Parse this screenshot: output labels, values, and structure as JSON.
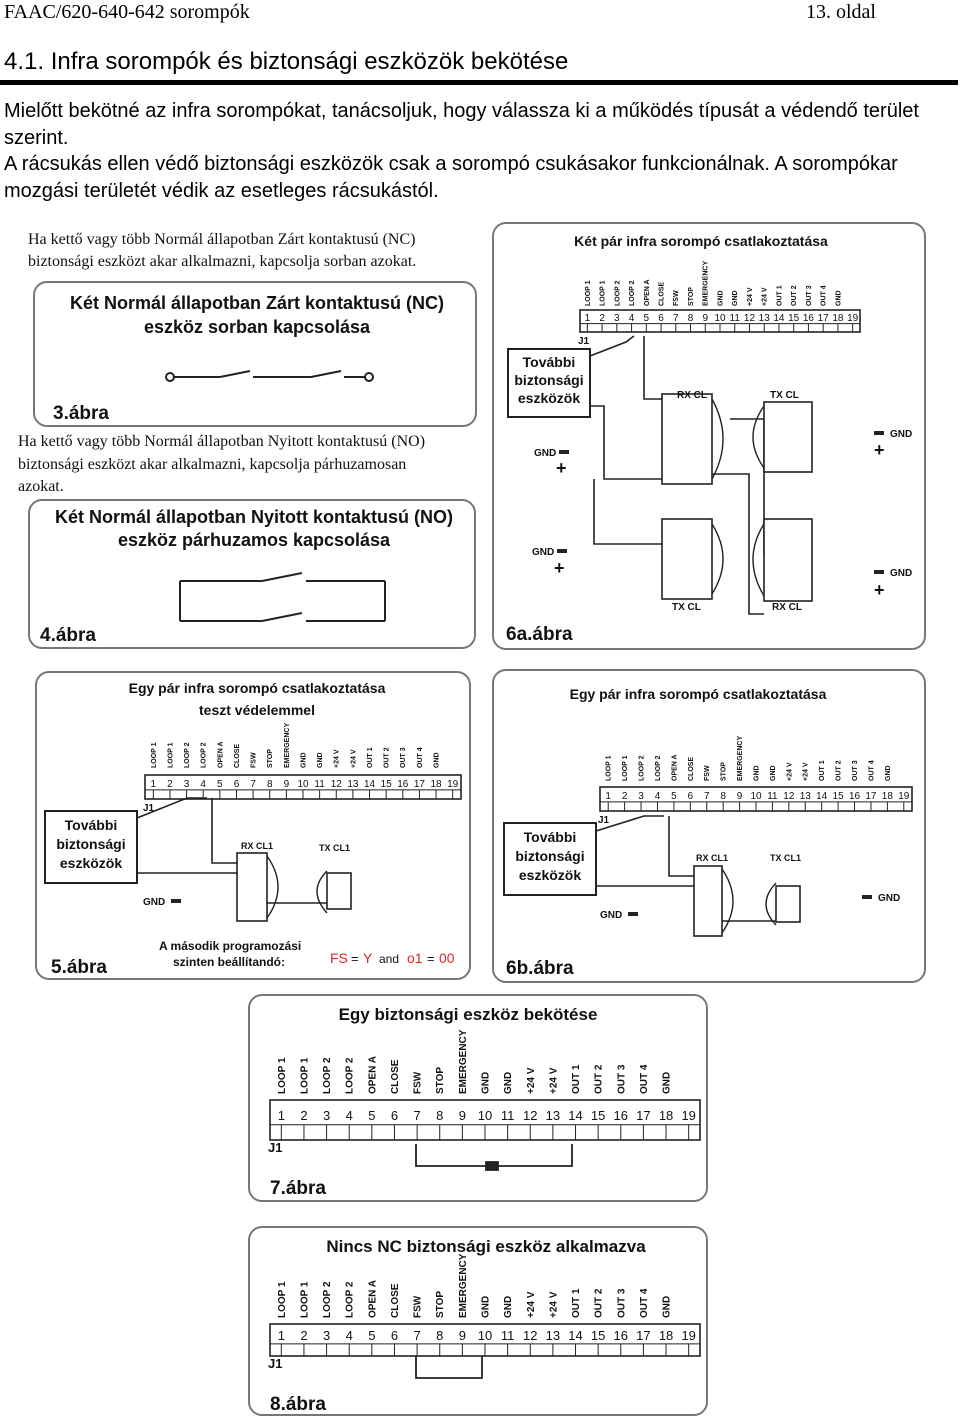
{
  "header": {
    "doc_title": "FAAC/620-640-642 sorompók",
    "page_number": "13. oldal"
  },
  "section_title": "4.1. Infra sorompók és biztonsági eszközök bekötése",
  "intro": {
    "p1": "Mielőtt bekötné az infra sorompókat, tanácsoljuk, hogy válassza ki a működés típusát a védendő terület szerint.",
    "p2": "A rácsukás ellen védő biztonsági eszközök csak a sorompó csukásakor funkcionálnak. A sorompókar mozgási területét védik az esetleges rácsukástól."
  },
  "terminal": {
    "labels": [
      "LOOP 1",
      "LOOP 1",
      "LOOP 2",
      "LOOP 2",
      "OPEN A",
      "CLOSE",
      "FSW",
      "STOP",
      "EMERGENCY",
      "GND",
      "GND",
      "+24 V",
      "+24 V",
      "OUT 1",
      "OUT 2",
      "OUT 3",
      "OUT 4",
      "GND"
    ],
    "numbers": [
      "1",
      "2",
      "3",
      "4",
      "5",
      "6",
      "7",
      "8",
      "9",
      "10",
      "11",
      "12",
      "13",
      "14",
      "15",
      "16",
      "17",
      "18",
      "19"
    ],
    "j1": "J1"
  },
  "nc_intro": "Ha kettő vagy több Normál állapotban Zárt kontaktusú (NC) biztonsági eszközt akar alkalmazni, kapcsolja sorban azokat.",
  "fig3": {
    "title_line1": "Két Normál állapotban Zárt kontaktusú (NC)",
    "title_line2": "eszköz sorban kapcsolása",
    "label": "3.ábra"
  },
  "no_intro": "Ha kettő vagy több Normál állapotban Nyitott kontaktusú (NO) biztonsági eszközt akar alkalmazni, kapcsolja párhuzamosan azokat.",
  "fig4": {
    "title_line1": "Két Normál állapotban Nyitott kontaktusú (NO)",
    "title_line2": "eszköz párhuzamos kapcsolása",
    "label": "4.ábra"
  },
  "fig6a": {
    "title": "Két pár infra sorompó csatlakoztatása",
    "devices_line1": "További",
    "devices_line2": "biztonsági",
    "devices_line3": "eszközök",
    "rx": "RX CL",
    "tx": "TX CL",
    "gnd": "GND",
    "plus": "+",
    "minus": "-",
    "label": "6a.ábra"
  },
  "fig5": {
    "title_line1": "Egy pár infra sorompó csatlakoztatása",
    "title_line2": "teszt védelemmel",
    "devices_line1": "További",
    "devices_line2": "biztonsági",
    "devices_line3": "eszközök",
    "rx": "RX CL1",
    "tx": "TX CL1",
    "gnd": "GND",
    "note_line1": "A második programozási",
    "note_line2": "szinten beállítandó:",
    "setting_fs": "FS",
    "setting_eq": "=",
    "setting_fs_val": "Y",
    "setting_and": "and",
    "setting_o1": "o1",
    "setting_o1_val": "00",
    "label": "5.ábra"
  },
  "fig6b": {
    "title": "Egy pár infra sorompó csatlakoztatása",
    "devices_line1": "További",
    "devices_line2": "biztonsági",
    "devices_line3": "eszközök",
    "rx": "RX CL1",
    "tx": "TX CL1",
    "gnd": "GND",
    "label": "6b.ábra"
  },
  "fig7": {
    "title": "Egy biztonsági eszköz bekötése",
    "label": "7.ábra"
  },
  "fig8": {
    "title": "Nincs NC biztonsági eszköz alkalmazva",
    "label": "8.ábra"
  }
}
